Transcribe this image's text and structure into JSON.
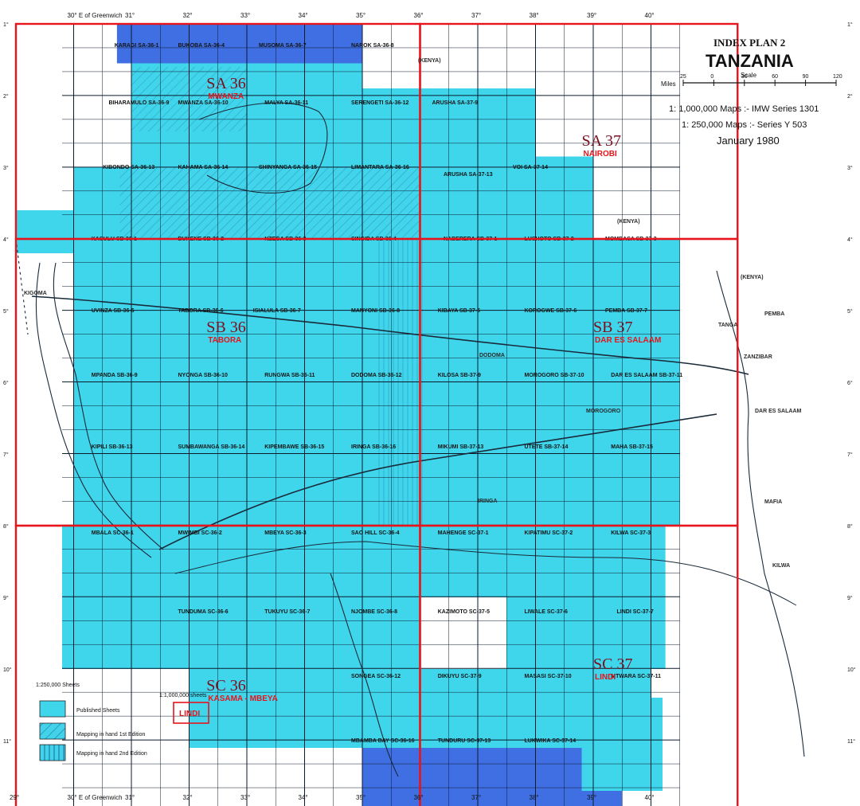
{
  "title_block": {
    "plan": "INDEX PLAN 2",
    "country": "TANZANIA",
    "scale_word": "Scale",
    "miles_label": "Miles",
    "scale_ticks": [
      "25",
      "0",
      "30",
      "60",
      "90",
      "120"
    ],
    "series_1m": "1: 1,000,000 Maps :- IMW Series 1301",
    "series_250k": "1: 250,000 Maps :- Series Y 503",
    "date": "January 1980"
  },
  "top_lon_labels": [
    "30° E of Greenwich",
    "31°",
    "32°",
    "33°",
    "34°",
    "35°",
    "36°",
    "37°",
    "38°",
    "39°",
    "40°"
  ],
  "bottom_lon_labels": [
    "29°",
    "30° E of Greenwich",
    "31°",
    "32°",
    "33°",
    "34°",
    "35°",
    "36°",
    "37°",
    "38°",
    "39°",
    "40°"
  ],
  "side_lat_labels": [
    "1°",
    "2°",
    "3°",
    "4°",
    "5°",
    "6°",
    "7°",
    "8°",
    "9°",
    "10°",
    "11°"
  ],
  "quadrangles": [
    {
      "code": "SA 36",
      "name": "MWANZA"
    },
    {
      "code": "SA 37",
      "name": "NAIROBI"
    },
    {
      "code": "SB 36",
      "name": "TABORA"
    },
    {
      "code": "SB 37",
      "name": "DAR ES SALAAM"
    },
    {
      "code": "SC 36",
      "name": "KASAMA - MBEYA"
    },
    {
      "code": "SC 37",
      "name": "LINDI"
    }
  ],
  "sheet_labels": [
    "KARAGI SA-36-1",
    "BUKOBA SA-36-4",
    "MUSOMA SA-36-7",
    "NAROK SA-36-8",
    "BIHARAMULO SA-36-9",
    "MWANZA SA-36-10",
    "MALYA SA-36-11",
    "SERENGETI SA-36-12",
    "ARUSHA SA-37-9",
    "KIBONDO SA-36-13",
    "KAHAMA SA-36-14",
    "SHINYANGA SA-36-15",
    "LIMANTARA SA-36-16",
    "ARUSHA SA-37-13",
    "VOI SA-37-14",
    "KASULU SB-36-1",
    "BUKENE SB-36-2",
    "NZEGA SB-36-3",
    "SINGIDA SB-36-4",
    "NABERERA SB-37-1",
    "LUSHOTO SB-37-2",
    "MOMBASA SB-37-3",
    "UVINZA SB-36-5",
    "TABORA SB-36-6",
    "ISIALULA SB-36-7",
    "MANYONI SB-36-8",
    "KIBAYA SB-37-5",
    "KOROGWE SB-37-6",
    "PEMBA SB-37-7",
    "MPANDA SB-36-9",
    "NYONGA SB-36-10",
    "RUNGWA SB-36-11",
    "DODOMA SB-36-12",
    "KILOSA SB-37-9",
    "MOROGORO SB-37-10",
    "DAR ES SALAAM SB-37-11",
    "KIPILI SB-36-13",
    "SUMBAWANGA SB-36-14",
    "KIPEMBAWE SB-36-15",
    "IRINGA SB-36-16",
    "MIKUMI SB-37-13",
    "UTETE SB-37-14",
    "MAHA SB-37-15",
    "MBALA SC-36-1",
    "MWIMBI SC-36-2",
    "MBEYA SC-36-3",
    "SAO HILL SC-36-4",
    "MAHENGE SC-37-1",
    "KIPATIMU SC-37-2",
    "KILWA SC-37-3",
    "TUNDUMA SC-36-6",
    "TUKUYU SC-36-7",
    "NJOMBE SC-36-8",
    "KAZIMOTO SC-37-5",
    "LIWALE SC-37-6",
    "LINDI SC-37-7",
    "SONGEA SC-36-12",
    "DIKUYU SC-37-9",
    "MASASI SC-37-10",
    "MTWARA SC-37-11",
    "MBAMBA BAY SC-36-16",
    "TUNDURU SC-37-13",
    "LUKWIKA SC-37-14"
  ],
  "place_labels": [
    "(KENYA)",
    "(KENYA)",
    "(KENYA)",
    "ZANZIBAR",
    "PEMBA",
    "MAFIA",
    "KIGOMA",
    "DODOMA",
    "IRINGA",
    "MOROGORO",
    "DAR ES SALAAM",
    "TANGA",
    "KILWA"
  ],
  "legend": {
    "heading": "1:250,000 Sheets",
    "heading_1m": "1:1,000,000 sheets",
    "published": "Published Sheets",
    "mapping_1st": "Mapping in hand   1st Edition",
    "mapping_2nd": "Mapping in hand   2nd Edition",
    "sample_1m": "LINDI"
  },
  "colors": {
    "sheet_fill": "#3fd6ec",
    "dark_sheet_fill": "#3f6fe2",
    "quad_frame": "#e8141c",
    "grid_line": "#0d1a2c",
    "label_text": "#141414"
  }
}
